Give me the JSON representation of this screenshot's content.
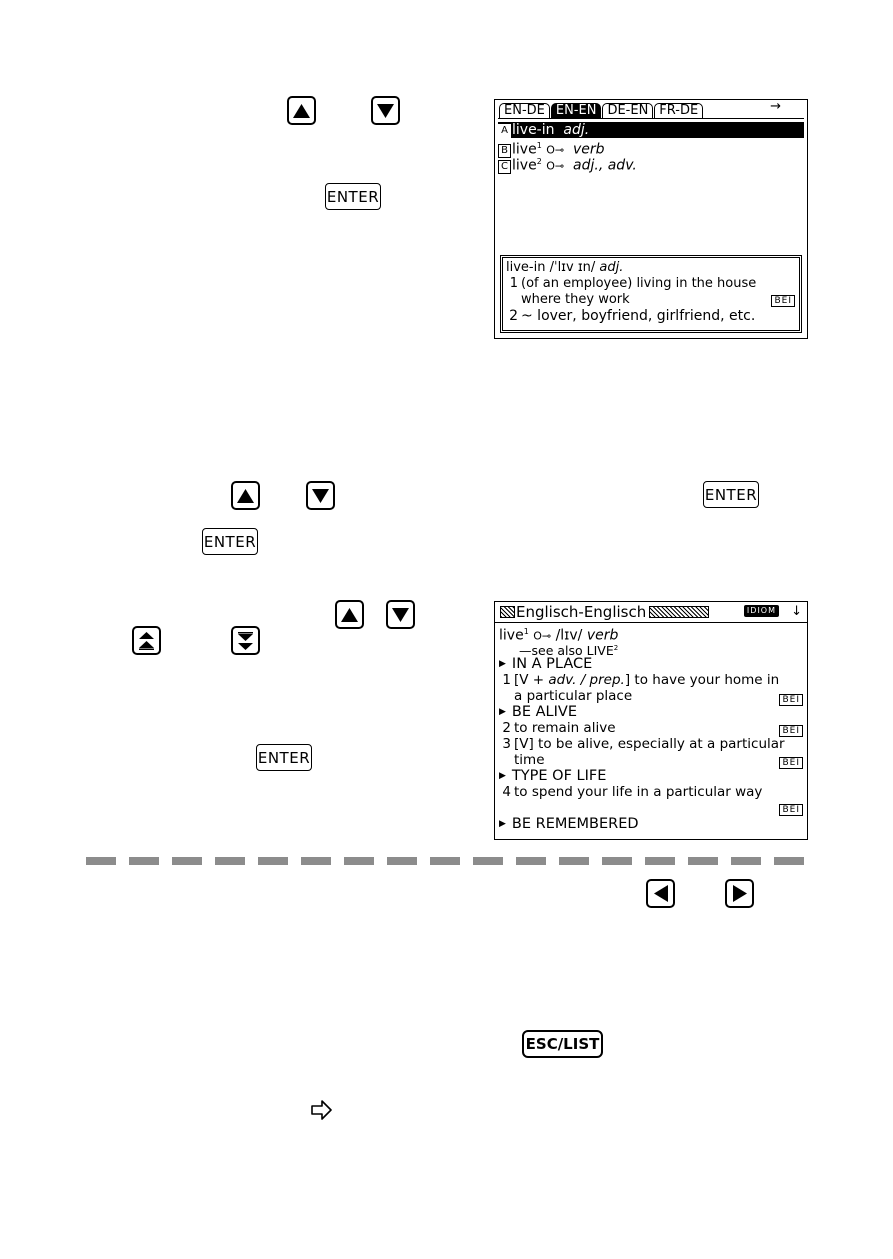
{
  "keys": {
    "up": "up-arrow",
    "down": "down-arrow",
    "left": "left-arrow",
    "right": "right-arrow",
    "page_up": "double-up-arrow",
    "page_down": "double-down-arrow",
    "enter_label": "ENTER",
    "esc_list_label": "ESC/LIST"
  },
  "screen1": {
    "tabs": [
      "EN-DE",
      "EN-EN",
      "DE-EN",
      "FR-DE"
    ],
    "active_tab": "EN-EN",
    "tab_arrow": "→",
    "results": [
      {
        "letter": "A",
        "word": "live-in",
        "sup": "",
        "key_mark": "",
        "pos": "adj.",
        "selected": true
      },
      {
        "letter": "B",
        "word": "live",
        "sup": "1",
        "key_mark": "O⊸",
        "pos": "verb",
        "selected": false
      },
      {
        "letter": "C",
        "word": "live",
        "sup": "2",
        "key_mark": "O⊸",
        "pos": "adj., adv.",
        "selected": false
      }
    ],
    "preview": {
      "headword": "live-in",
      "pron": "/ˈlɪv ɪn/",
      "pos": "adj.",
      "sense1_num": "1",
      "sense1_line1": "(of an employee) living in the house",
      "sense1_line2": "where they work",
      "bei": "BEI",
      "sense2_num": "2",
      "sense2": "~ lover, boyfriend, girlfriend, etc."
    }
  },
  "screen2": {
    "header_title": "Englisch-Englisch",
    "idiom_badge": "IDIOM",
    "scroll_arrow": "↓",
    "headword": "live",
    "sup": "1",
    "key_mark": "O⊸",
    "pron": "/lɪv/",
    "pos": "verb",
    "see_also": "—see also LIVE",
    "see_also_sup": "2",
    "section1": "IN A PLACE",
    "s1_num": "1",
    "s1_a": "[V + ",
    "s1_b": "adv. / prep.",
    "s1_c": "] to have your home in",
    "s1_line2": "a particular place",
    "section2": "BE ALIVE",
    "s2_num": "2",
    "s2_text": "to remain alive",
    "s3_num": "3",
    "s3_text": "[V] to be alive, especially at a particular",
    "s3_line2": "time",
    "section3": "TYPE OF LIFE",
    "s4_num": "4",
    "s4_text": "to spend your life in a particular way",
    "section4": "BE REMEMBERED",
    "bei": "BEI"
  },
  "footer": {
    "hint_arrow": "⇨"
  }
}
